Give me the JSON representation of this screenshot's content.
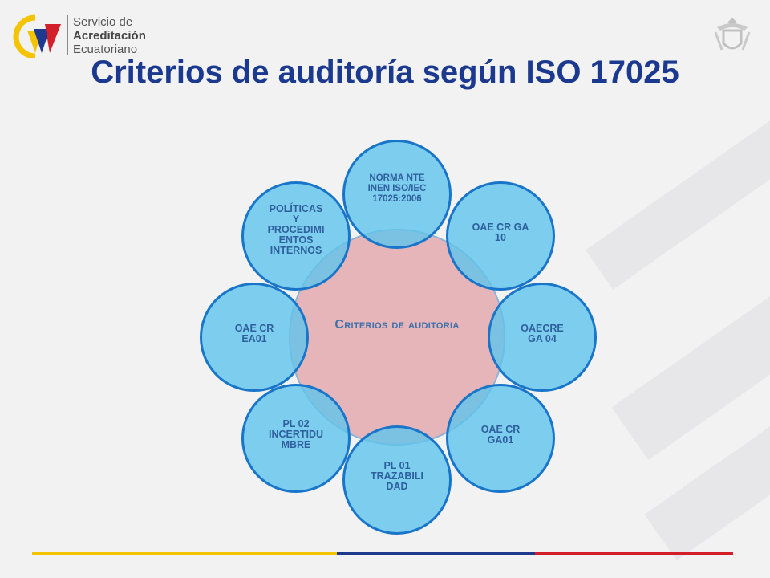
{
  "logo": {
    "line1": "Servicio de",
    "line2": "Acreditación",
    "line3": "Ecuatoriano",
    "colors": [
      "#f5c400",
      "#1e3a8f",
      "#d21f2a"
    ]
  },
  "emblem": {
    "icon": "coat-of-arms-icon"
  },
  "title": "Criterios de auditoría según ISO 17025",
  "diagram": {
    "center": {
      "label": "Criterios de auditoria"
    },
    "nodes": [
      {
        "label": "NORMA NTE\nINEN ISO/IEC\n17025:2006"
      },
      {
        "label": "OAE CR GA\n10"
      },
      {
        "label": "OAECRE\nGA 04"
      },
      {
        "label": "OAE CR\nGA01"
      },
      {
        "label": "PL 01\nTRAZABILI\nDAD"
      },
      {
        "label": "PL 02\nINCERTIDU\nMBRE"
      },
      {
        "label": "OAE CR\nEA01"
      },
      {
        "label": "POLÍTICAS\nY\nPROCEDIMI\nENTOS\nINTERNOS"
      }
    ],
    "colors": {
      "node_fill": "#5cc4ec",
      "node_border": "#1875c9",
      "center_fill": "#e1a0a5"
    }
  },
  "footer": {
    "colors": [
      "#f5c400",
      "#1e3a8f",
      "#d21f2a"
    ]
  }
}
